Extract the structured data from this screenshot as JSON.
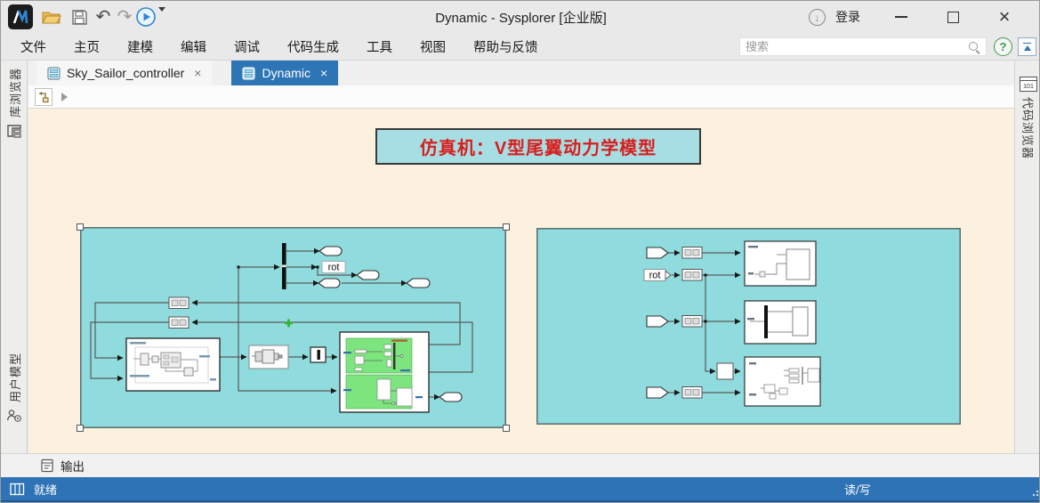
{
  "window": {
    "title": "Dynamic - Sysplorer [企业版]",
    "login_label": "登录"
  },
  "menubar": {
    "items": [
      "文件",
      "主页",
      "建模",
      "编辑",
      "调试",
      "代码生成",
      "工具",
      "视图",
      "帮助与反馈"
    ],
    "search": {
      "placeholder": "搜索"
    }
  },
  "tabbar": {
    "tabs": [
      {
        "label": "Sky_Sailor_controller",
        "active": false
      },
      {
        "label": "Dynamic",
        "active": true
      }
    ]
  },
  "sidebar_left": {
    "items": [
      {
        "label": "库浏览器"
      },
      {
        "label": "用户模型"
      }
    ]
  },
  "sidebar_right": {
    "items": [
      {
        "label": "代码浏览器",
        "icon_text": "101"
      }
    ]
  },
  "canvas": {
    "banner_title": "仿真机：V型尾翼动力学模型",
    "left_diagram": {
      "rot_label": "rot"
    },
    "right_diagram": {
      "rot_label": "rot"
    }
  },
  "output_bar": {
    "label": "输出"
  },
  "statusbar": {
    "ready": "就绪",
    "mode": "读/写"
  },
  "icons": {
    "undo_glyph": "↶",
    "redo_glyph": "↷",
    "download_arrow_glyph": "↓",
    "help_glyph": "?",
    "close_glyph": "×",
    "tab_close_glyph": "×"
  },
  "colors": {
    "accent_blue": "#2e75b6",
    "status_blue": "#2d73b5",
    "canvas_cream": "#fbf1de",
    "diagram_cyan": "#8fdbde",
    "banner_fill": "#a6dee3",
    "banner_text": "#d81e1e",
    "green_block": "#7ce57e"
  }
}
